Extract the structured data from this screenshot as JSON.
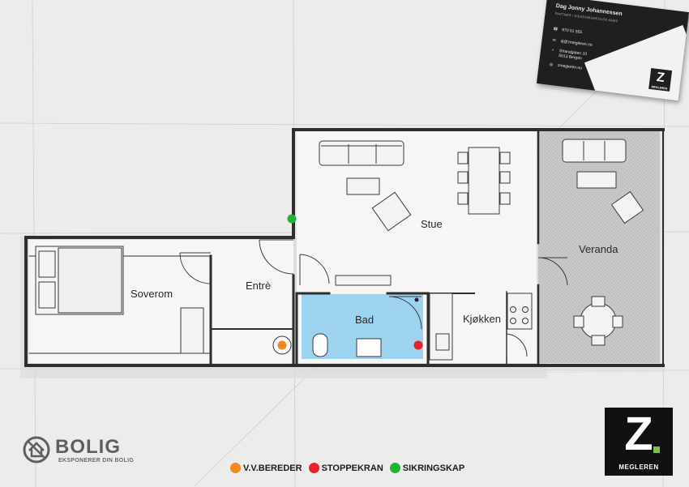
{
  "rooms": {
    "soverom": "Soverom",
    "entre": "Entrè",
    "bad": "Bad",
    "stue": "Stue",
    "kjokken": "Kjøkken",
    "veranda": "Veranda"
  },
  "card": {
    "name": "Dag Jonny Johannessen",
    "title": "PARTNER / EIENDOMSMEGLER MNEF",
    "phone": "970 51 555",
    "email": "dj@zmegleren.no",
    "address": "Strandgaten 10\n5013 Bergen",
    "web": "zmegleren.no",
    "logo_letter": "Z",
    "logo_text": "MEGLEREN"
  },
  "bolig_logo": {
    "word": "BOLIG",
    "tagline": "EKSPONERER DIN BOLIG"
  },
  "z_logo": {
    "letter": "Z",
    "text": "MEGLEREN",
    "accent": "#7bc043"
  },
  "legend": [
    {
      "label": "V.V.BEREDER",
      "color": "#f08a1c"
    },
    {
      "label": "STOPPEKRAN",
      "color": "#e8202a"
    },
    {
      "label": "SIKRINGSKAP",
      "color": "#1fb432"
    }
  ],
  "colors": {
    "bath": "#9dd3ef",
    "veranda": "#c9c9c9",
    "wall": "#2e2e2e"
  }
}
